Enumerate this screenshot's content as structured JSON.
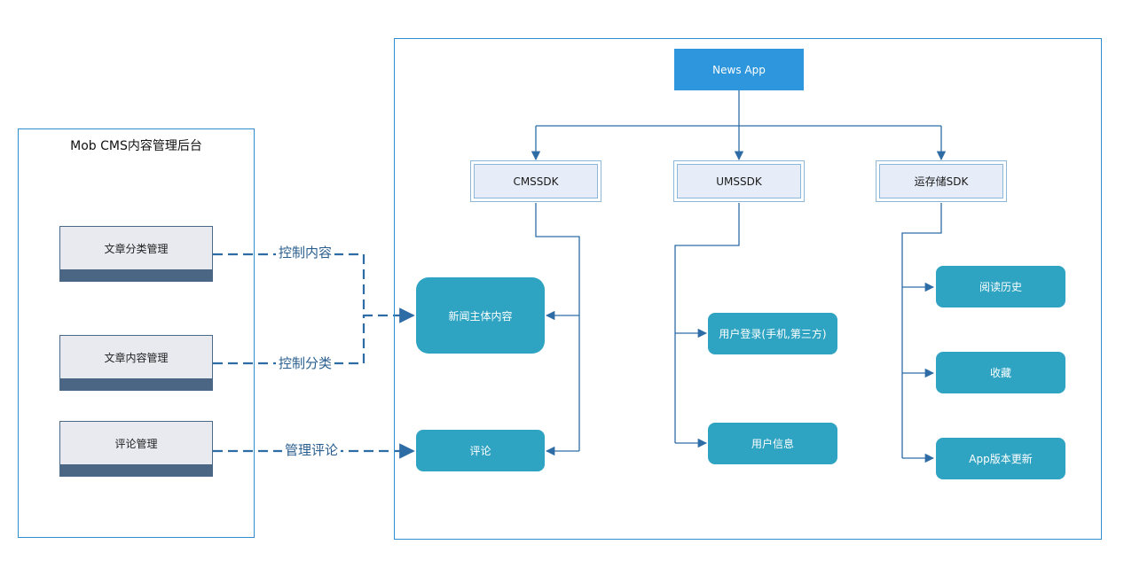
{
  "left_panel": {
    "title": "Mob CMS内容管理后台",
    "items": [
      "文章分类管理",
      "文章内容管理",
      "评论管理"
    ]
  },
  "app": {
    "label": "News App"
  },
  "sdks": [
    "CMSSDK",
    "UMSSDK",
    "运存储SDK"
  ],
  "cms_nodes": [
    "新闻主体内容",
    "评论"
  ],
  "ums_nodes": [
    "用户登录(手机,第三方)",
    "用户信息"
  ],
  "storage_nodes": [
    "阅读历史",
    "收藏",
    "App版本更新"
  ],
  "edge_labels": [
    "控制内容",
    "控制分类",
    "管理评论"
  ],
  "colors": {
    "frame": "#2f8fce",
    "node_teal": "#2ea3c2",
    "app_blue": "#2d96dc",
    "sdk_fill": "#e6edf9",
    "admin_bar": "#4a6684",
    "line": "#2e6ca6"
  }
}
